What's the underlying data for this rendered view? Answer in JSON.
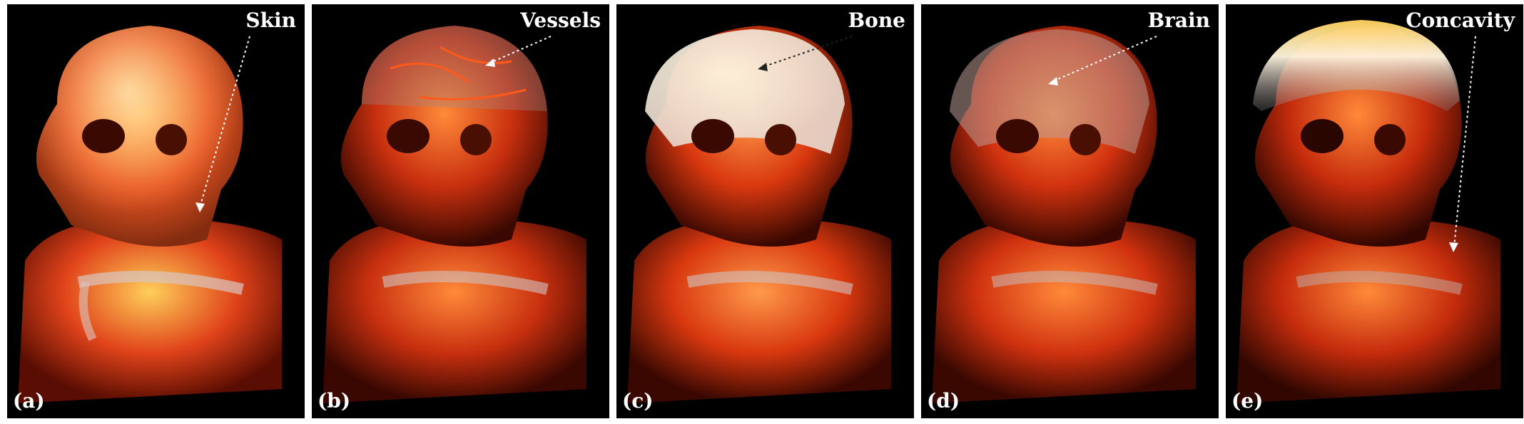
{
  "panels": [
    {
      "tag": "(a)",
      "title": "Skin",
      "emphasis": "skin",
      "highlight": "#ffd36a"
    },
    {
      "tag": "(b)",
      "title": "Vessels",
      "emphasis": "vessels",
      "highlight": "#ff7a3a"
    },
    {
      "tag": "(c)",
      "title": "Bone",
      "emphasis": "bone",
      "highlight": "#fff6dc"
    },
    {
      "tag": "(d)",
      "title": "Brain",
      "emphasis": "brain",
      "highlight": "#c9a39a"
    },
    {
      "tag": "(e)",
      "title": "Concavity",
      "emphasis": "concavity",
      "highlight": "#ffe48a"
    }
  ]
}
